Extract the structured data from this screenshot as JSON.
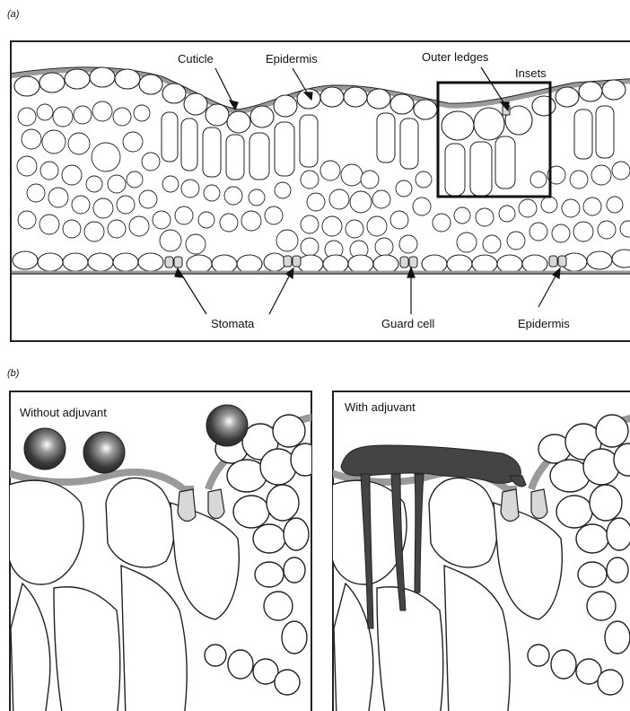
{
  "panel_a": {
    "tag": "(a)",
    "labels": {
      "cuticle": "Cuticle",
      "epidermis_top": "Epidermis",
      "outer_ledges": "Outer ledges",
      "insets": "Insets",
      "stomata": "Stomata",
      "guard_cell": "Guard cell",
      "epidermis_bottom": "Epidermis"
    }
  },
  "panel_b": {
    "tag": "(b)",
    "left_title": "Without adjuvant",
    "right_title": "With adjuvant"
  },
  "colors": {
    "outline": "#222222",
    "cuticle": "#9a9a9a",
    "guard_cell": "#d8d8d8",
    "droplet": "#3a3a3a",
    "adjuvant_film": "#444444"
  }
}
